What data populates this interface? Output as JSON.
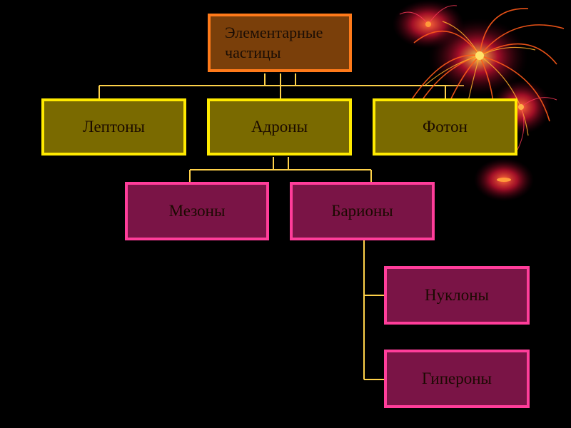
{
  "diagram": {
    "root": {
      "line1": "Элементарные",
      "line2": "частицы"
    },
    "level1": {
      "leptons": "Лептоны",
      "hadrons": "Адроны",
      "photon": "Фотон"
    },
    "level2": {
      "mesons": "Мезоны",
      "baryons": "Барионы"
    },
    "level3": {
      "nucleons": "Нуклоны",
      "hyperons": "Гипероны"
    }
  },
  "colors": {
    "background": "#000000",
    "root_fill": "#7a3f0a",
    "root_border": "#ff7a1a",
    "level1_fill": "#7a6a00",
    "level1_border": "#ffea00",
    "level2_fill": "#7a1446",
    "level2_border": "#ff3d9a",
    "connector": "#ffd24a"
  },
  "decoration": {
    "icon": "fireworks-icon"
  }
}
